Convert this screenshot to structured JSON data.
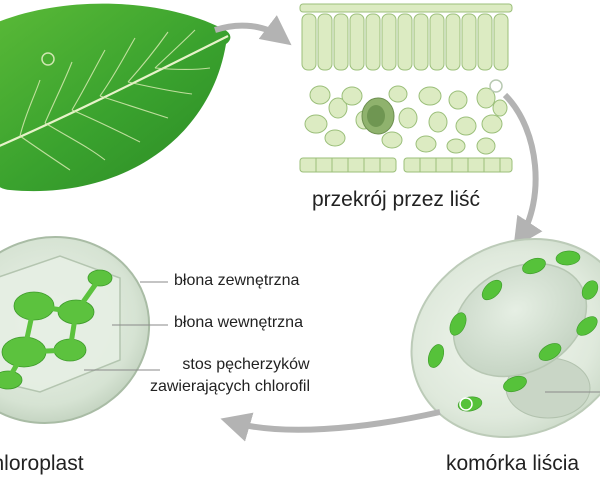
{
  "labels": {
    "cross_section": "przekrój przez liść",
    "outer_membrane": "błona zewnętrzna",
    "inner_membrane": "błona wewnętrzna",
    "grana_line1": "stos pęcherzyków",
    "grana_line2": "zawierających chlorofil",
    "chloroplast": "chloroplast",
    "leaf_cell": "komórka liścia"
  },
  "colors": {
    "leaf_dark": "#2f9a2a",
    "leaf_light": "#6cc23c",
    "leaf_vein": "#e7f3c9",
    "cell_fill": "#dcebc2",
    "cell_stroke": "#9bbf7a",
    "chloroplast_green": "#56c23a",
    "arrow_grey": "#b3b3b3",
    "membrane_grey": "#c8d4c4"
  }
}
